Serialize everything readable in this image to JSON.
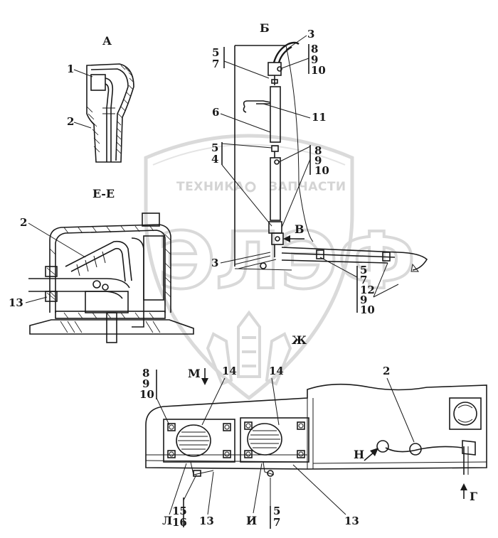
{
  "view_labels": {
    "view_a": "А",
    "view_b": "Б",
    "section_ee": "Е-Е",
    "view_v": "В",
    "view_zh": "Ж",
    "view_m": "М",
    "view_n": "Н",
    "view_g": "Г",
    "view_i": "И",
    "view_l": "Л"
  },
  "callouts": {
    "a_1": "1",
    "a_2": "2",
    "b_3_top": "3",
    "b_5_top": "5",
    "b_7_top": "7",
    "b_8_top": "8",
    "b_9_top": "9",
    "b_10_top": "10",
    "b_6": "6",
    "b_11": "11",
    "b_5_mid": "5",
    "b_4_mid": "4",
    "b_8_mid": "8",
    "b_9_mid": "9",
    "b_10_mid": "10",
    "b_3_bot": "3",
    "b_5_bot": "5",
    "b_7_bot": "7",
    "b_12_bot": "12",
    "b_9_bot": "9",
    "b_10_bot": "10",
    "e_2": "2",
    "e_13": "13",
    "z_8": "8",
    "z_9": "9",
    "z_10": "10",
    "z_14_left": "14",
    "z_14_right": "14",
    "z_2": "2",
    "z_15": "15",
    "z_16": "16",
    "z_13_left": "13",
    "z_5": "5",
    "z_7": "7",
    "z_13_right": "13"
  },
  "watermark": {
    "left_word": "ТЕХНИКА",
    "right_word": "ЗАПЧАСТИ",
    "big_letters": "ЭЛЭФ"
  }
}
